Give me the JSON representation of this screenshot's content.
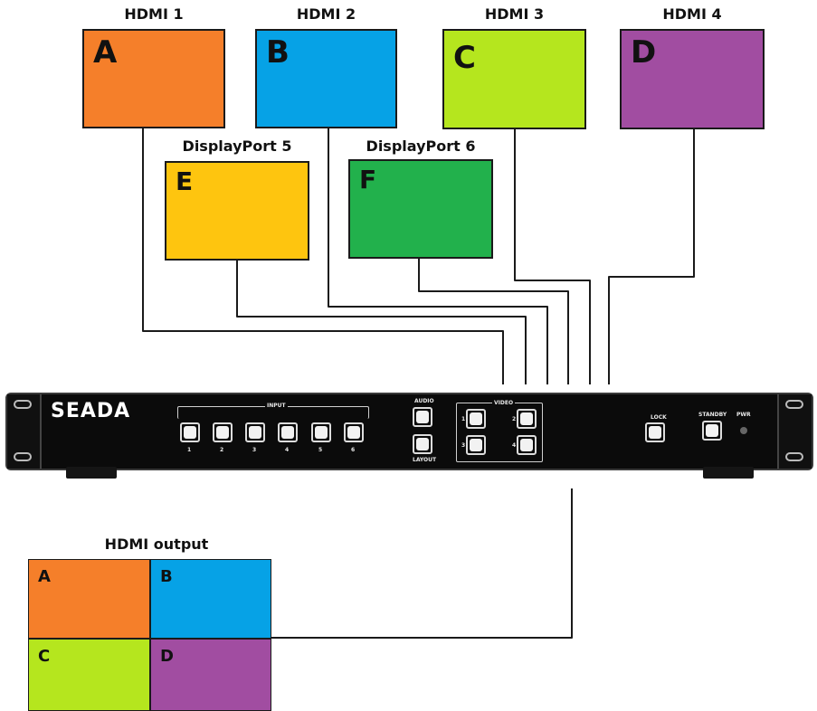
{
  "sources": [
    {
      "label": "HDMI 1",
      "letter": "A",
      "color": "#f57f2a"
    },
    {
      "label": "HDMI 2",
      "letter": "B",
      "color": "#06a2e6"
    },
    {
      "label": "HDMI 3",
      "letter": "C",
      "color": "#b5e61e"
    },
    {
      "label": "HDMI 4",
      "letter": "D",
      "color": "#a14da1"
    },
    {
      "label": "DisplayPort 5",
      "letter": "E",
      "color": "#fec50f"
    },
    {
      "label": "DisplayPort 6",
      "letter": "F",
      "color": "#22b14c"
    }
  ],
  "device": {
    "brand": "SEADA",
    "input_label": "INPUT",
    "input_buttons": [
      "1",
      "2",
      "3",
      "4",
      "5",
      "6"
    ],
    "audio_label": "AUDIO",
    "layout_label": "LAYOUT",
    "video_label": "VIDEO",
    "video_buttons": [
      "1",
      "2",
      "3",
      "4"
    ],
    "lock_label": "LOCK",
    "standby_label": "STANDBY",
    "pwr_label": "PWR"
  },
  "output": {
    "label": "HDMI output",
    "cells": [
      {
        "letter": "A",
        "color": "#f57f2a"
      },
      {
        "letter": "B",
        "color": "#06a2e6"
      },
      {
        "letter": "C",
        "color": "#b5e61e"
      },
      {
        "letter": "D",
        "color": "#a14da1"
      }
    ]
  }
}
